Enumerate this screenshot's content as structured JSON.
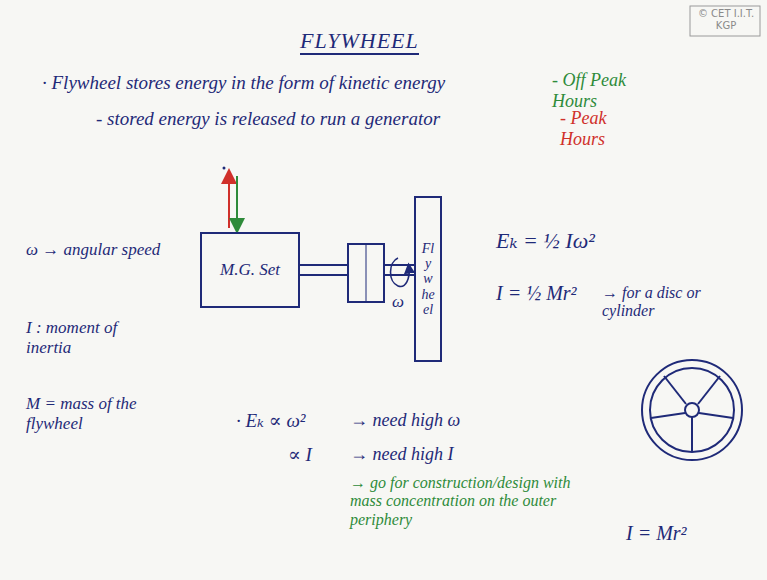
{
  "diagram": {
    "title": "FLYWHEEL",
    "nodes": [
      {
        "text": [
          "M.G. Set"
        ]
      },
      {
        "text": [
          "Flywheel"
        ]
      }
    ],
    "edges": [
      {
        "from": 0,
        "to": 1,
        "arrow": "none"
      }
    ],
    "labels": [
      "· Flywheel stores energy in the form of kinetic energy",
      "- Off Peak Hours",
      "- stored energy is released to run a generator",
      "- Peak Hours",
      "ω → angular speed",
      "I : moment of inertia",
      "M = mass of the flywheel",
      "ω",
      "Eₖ = ½ Iω²",
      "I = ½ Mr²",
      "→ for a disc or cylinder",
      "· Eₖ ∝ ω²",
      "→ need high ω",
      "∝ I",
      "→ need high I",
      "→ go for construction/design with mass concentration on the outer periphery",
      "I = Mr²",
      "© CET I.I.T. KGP"
    ]
  }
}
